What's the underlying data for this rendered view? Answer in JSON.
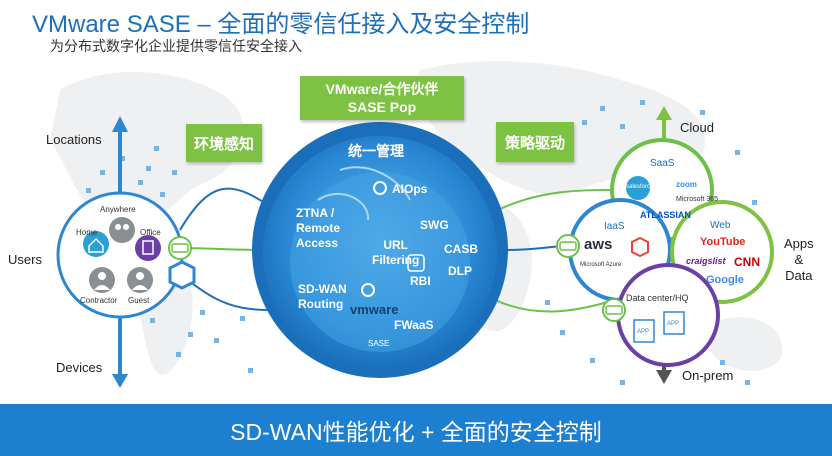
{
  "header": {
    "title": "VMware SASE – 全面的零信任接入及安全控制",
    "subtitle": "为分布式数字化企业提供零信任安全接入"
  },
  "colors": {
    "brand_blue": "#1f6fb8",
    "accent_green": "#7dc242",
    "footer_blue": "#1c7fd0"
  },
  "top_box": {
    "line1": "VMware/合作伙伴",
    "line2": "SASE Pop"
  },
  "left_box": "环境感知",
  "right_box": "策略驱动",
  "hub": {
    "title": "统一管理",
    "aiops": "AIOps",
    "ztna": "ZTNA /",
    "remote": "Remote",
    "access": "Access",
    "swg": "SWG",
    "url": "URL",
    "filtering": "Filtering",
    "casb": "CASB",
    "dlp": "DLP",
    "rbi": "RBI",
    "sdwan": "SD-WAN",
    "routing": "Routing",
    "fwaas": "FWaaS",
    "vmware": "vmware",
    "sase": "SASE"
  },
  "left_side": {
    "locations": "Locations",
    "users": "Users",
    "devices": "Devices",
    "anywhere": "Anywhere",
    "home": "Home",
    "office": "Office",
    "contractor": "Contractor",
    "guest": "Guest"
  },
  "right_side": {
    "cloud": "Cloud",
    "apps1": "Apps",
    "apps2": "&",
    "apps3": "Data",
    "onprem": "On-prem",
    "saas": "SaaS",
    "iaas": "IaaS",
    "web": "Web",
    "datacenter": "Data center/HQ",
    "salesforce": "salesforce",
    "zoom": "zoom",
    "microsoft365": "Microsoft 365",
    "atlassian": "ATLASSIAN",
    "aws": "aws",
    "microsoft_azure": "Microsoft Azure",
    "youtube": "YouTube",
    "craigslist": "craigslist",
    "cnn": "CNN",
    "google": "Google",
    "app1": "APP",
    "app2": "APP"
  },
  "footer": "SD-WAN性能优化 + 全面的安全控制"
}
